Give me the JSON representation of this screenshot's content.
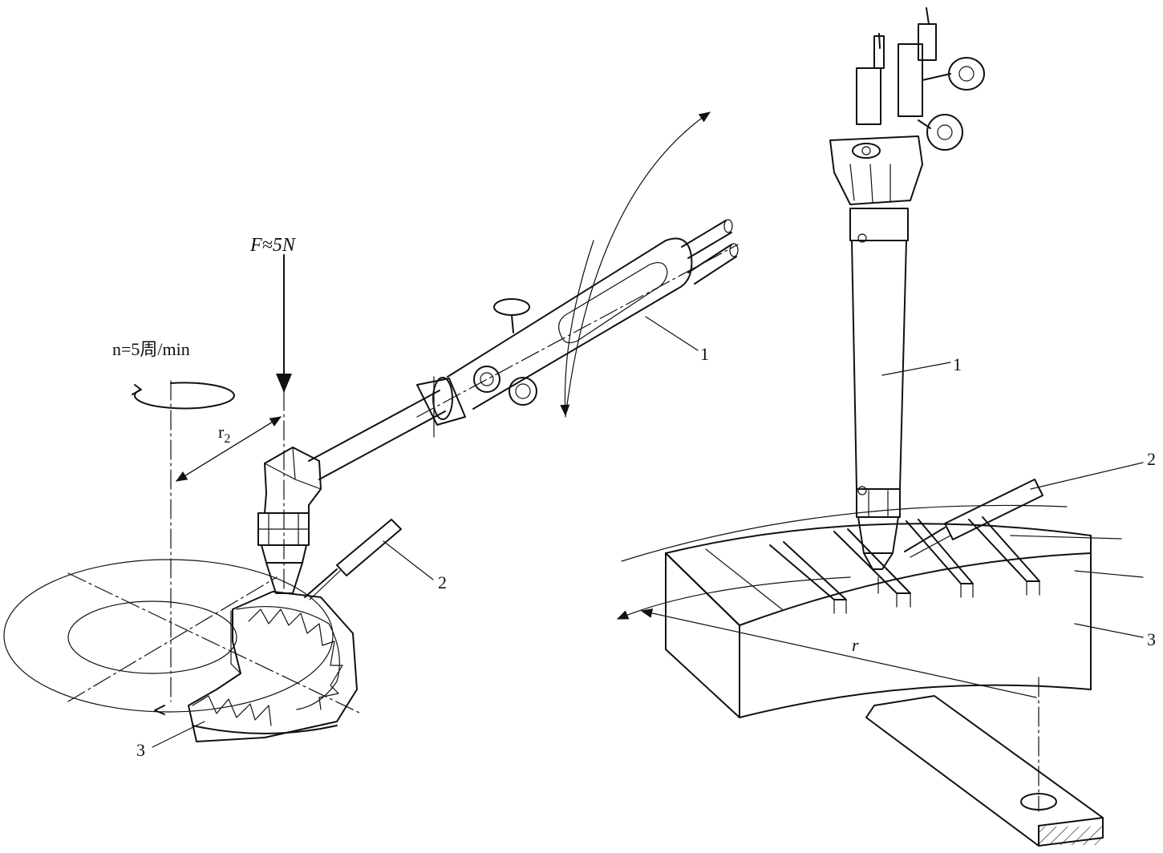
{
  "left_figure": {
    "force_label": "F≈5N",
    "speed_label": "n=5周/min",
    "radius_label": "r2",
    "callouts": [
      "1",
      "2",
      "3"
    ]
  },
  "right_figure": {
    "radius_label": "r",
    "callouts": [
      "1",
      "2",
      "3"
    ]
  },
  "colors": {
    "ink": "#111111",
    "background": "#ffffff"
  },
  "icons": [
    "rotation-arrow",
    "force-arrow",
    "swing-arc-arrow",
    "feed-arc-arrow"
  ]
}
